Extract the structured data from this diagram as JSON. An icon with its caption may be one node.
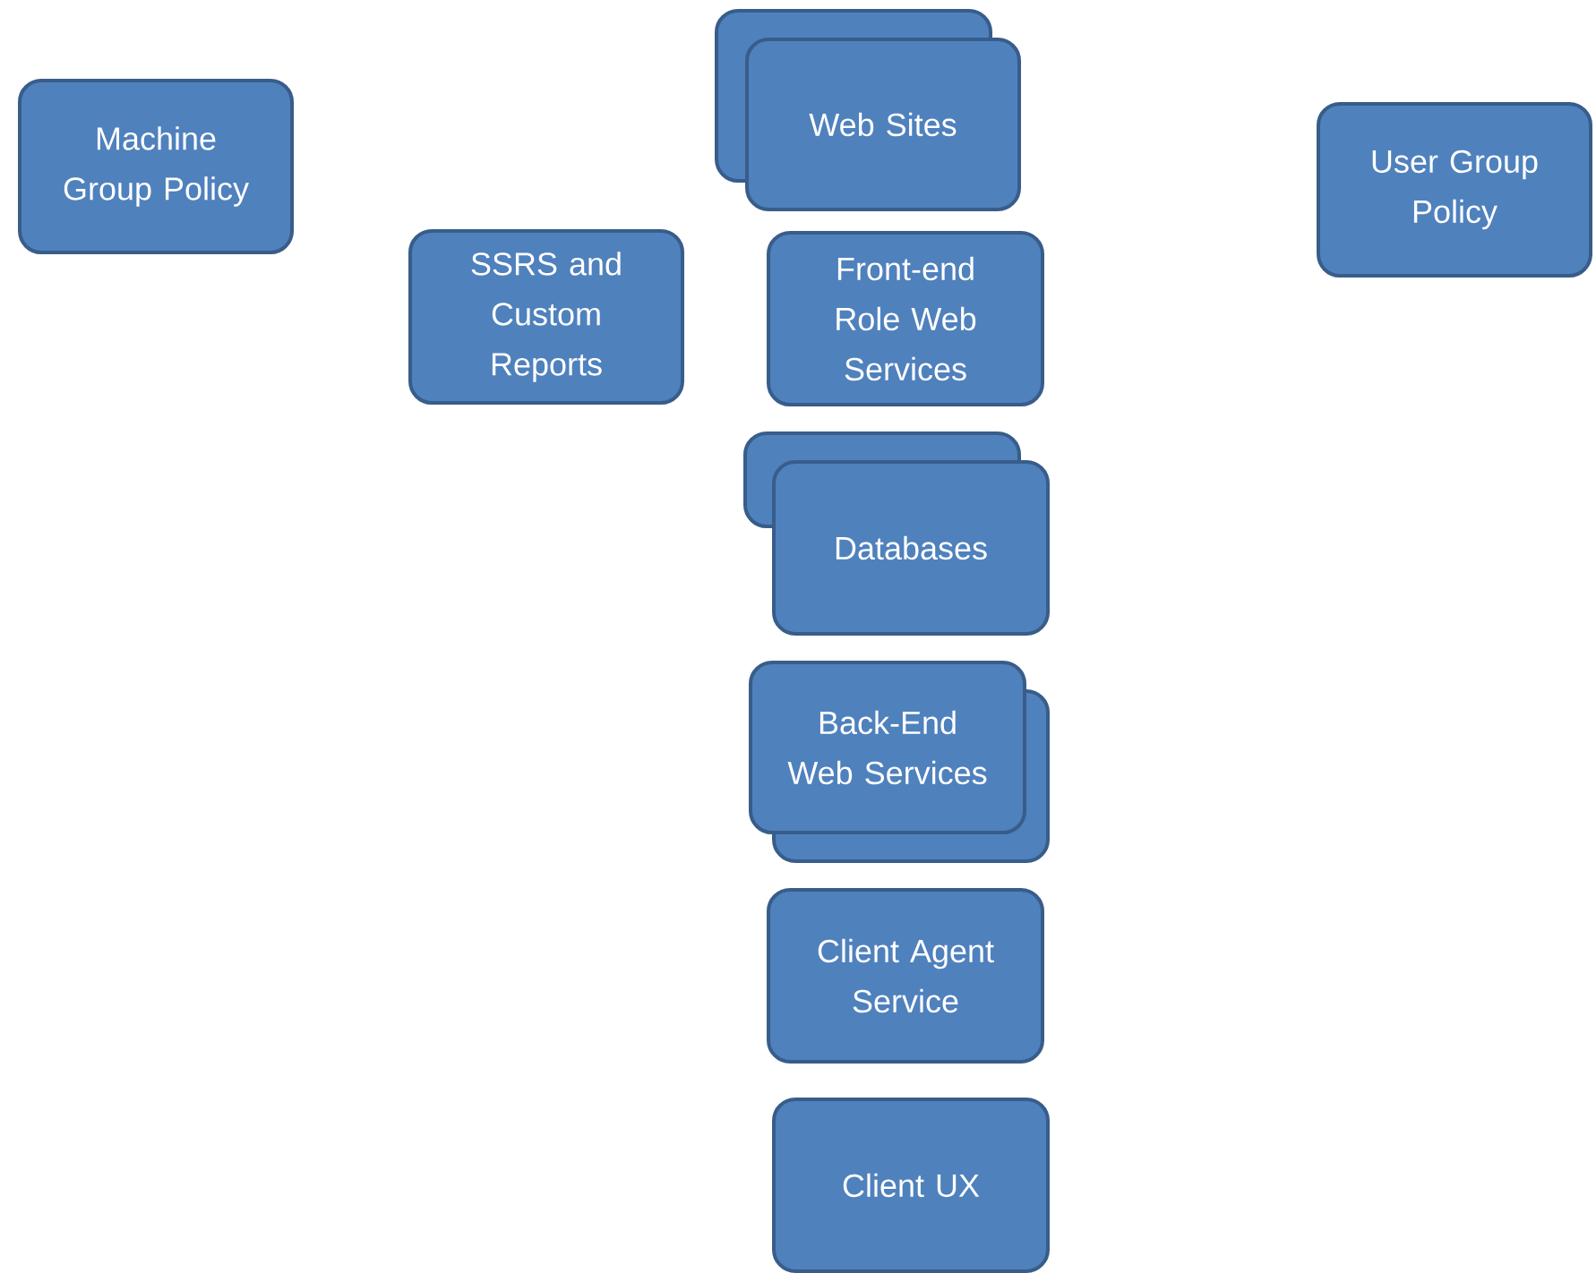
{
  "diagram": {
    "nodes": [
      {
        "text": [
          "Machine Group Policy"
        ]
      },
      {
        "text": [
          "SSRS and Custom Reports"
        ]
      },
      {
        "text": [],
        "shape": "box"
      },
      {
        "text": [
          "Web Sites"
        ]
      },
      {
        "text": [
          "User Group Policy"
        ]
      },
      {
        "text": [
          "Front-end Role Web Services"
        ]
      },
      {
        "text": [],
        "shape": "box"
      },
      {
        "text": [
          "Databases"
        ]
      },
      {
        "text": [],
        "shape": "box"
      },
      {
        "text": [
          "Back-End Web Services"
        ]
      },
      {
        "text": [
          "Client Agent Service"
        ]
      },
      {
        "text": [
          "Client UX"
        ]
      }
    ]
  }
}
